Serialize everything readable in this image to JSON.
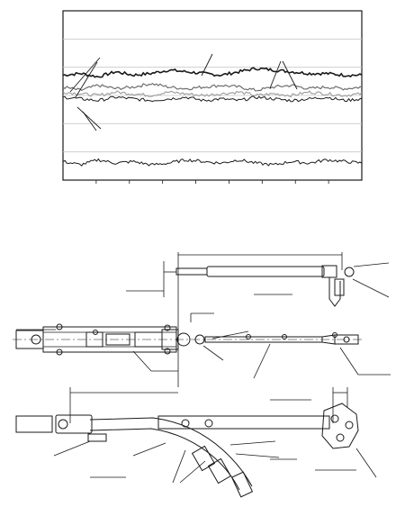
{
  "figure": {
    "description_free": true,
    "colors": {
      "ink": "#1a1a1a",
      "mid_gray": "#6e6e6e",
      "light_gray": "#9a9a9a",
      "grid": "#c9c9c9",
      "background": "#ffffff"
    }
  },
  "chart_data": {
    "type": "line",
    "title": "",
    "xlabel": "",
    "ylabel": "",
    "grid": true,
    "legend": "none",
    "series": [
      {
        "values": [
          0.62,
          0.63,
          0.61,
          0.64,
          0.62,
          0.63,
          0.65,
          0.64,
          0.63,
          0.62,
          0.64,
          0.66,
          0.65,
          0.64,
          0.63,
          0.63,
          0.62,
          0.62
        ]
      },
      {
        "values": [
          0.55,
          0.53,
          0.56,
          0.54,
          0.55,
          0.57,
          0.55,
          0.54,
          0.55,
          0.56,
          0.55,
          0.53,
          0.55,
          0.56,
          0.54,
          0.55,
          0.54,
          0.55
        ]
      },
      {
        "values": [
          0.52,
          0.51,
          0.5,
          0.52,
          0.51,
          0.5,
          0.52,
          0.51,
          0.5,
          0.51,
          0.52,
          0.5,
          0.51,
          0.5,
          0.52,
          0.51,
          0.5,
          0.51
        ]
      },
      {
        "values": [
          0.49,
          0.48,
          0.47,
          0.49,
          0.48,
          0.47,
          0.48,
          0.49,
          0.47,
          0.48,
          0.47,
          0.49,
          0.48,
          0.47,
          0.48,
          0.49,
          0.47,
          0.48
        ]
      },
      {
        "values": [
          0.11,
          0.09,
          0.12,
          0.1,
          0.11,
          0.09,
          0.1,
          0.12,
          0.11,
          0.1,
          0.12,
          0.1,
          0.09,
          0.11,
          0.1,
          0.12,
          0.11,
          0.1
        ]
      }
    ]
  }
}
